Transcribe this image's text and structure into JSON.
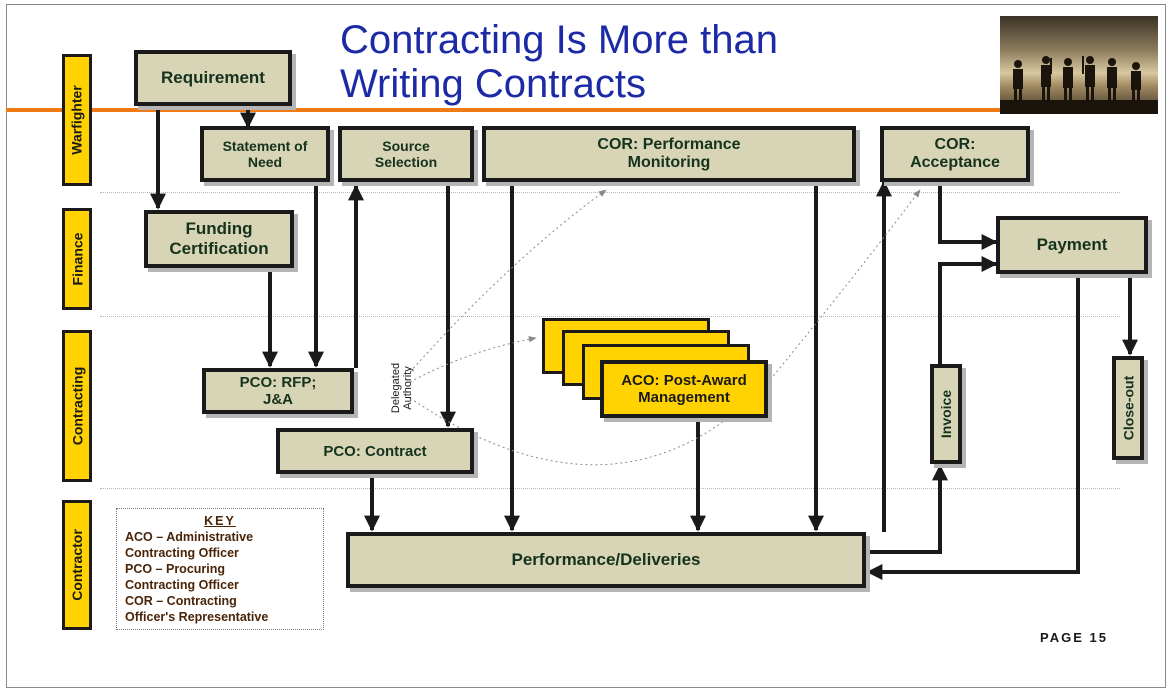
{
  "title_line1": "Contracting Is More than",
  "title_line2": "Writing Contracts",
  "lanes": [
    "Warfighter",
    "Finance",
    "Contracting",
    "Contractor"
  ],
  "nodes": {
    "requirement": "Requirement",
    "statement_of_need": "Statement of\nNeed",
    "source_selection": "Source\nSelection",
    "cor_performance": "COR: Performance\nMonitoring",
    "cor_acceptance": "COR:\nAcceptance",
    "funding_certification": "Funding\nCertification",
    "payment": "Payment",
    "pco_rfp": "PCO: RFP;\nJ&A",
    "pco_contract": "PCO: Contract",
    "aco_post_award": "ACO: Post-Award\nManagement",
    "invoice": "Invoice",
    "close_out": "Close-out",
    "performance_deliveries": "Performance/Deliveries"
  },
  "delegated_authority": "Delegated\nAuthority",
  "key": {
    "heading": "KEY",
    "lines": [
      "ACO – Administrative",
      "Contracting Officer",
      "PCO – Procuring",
      "Contracting Officer",
      "COR – Contracting",
      "Officer's Representative"
    ]
  },
  "page_label": "PAGE 15",
  "colors": {
    "title": "#1c2aa6",
    "accent_line": "#f07a14",
    "box_fill": "#d8d4b6",
    "lane_label": "#ffd200",
    "aco_fill": "#ffd200"
  }
}
